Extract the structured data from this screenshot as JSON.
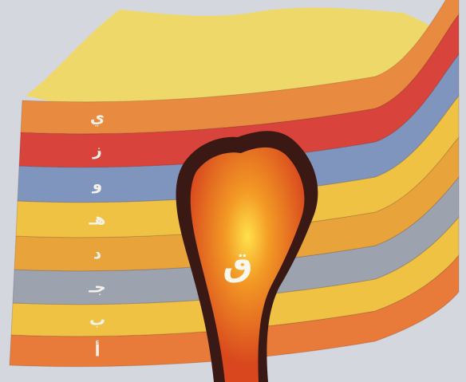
{
  "layers": [
    {
      "label": "أ",
      "color": "#e87a3a"
    },
    {
      "label": "ب",
      "color": "#f0c244"
    },
    {
      "label": "جـ",
      "color": "#9ca2ae"
    },
    {
      "label": "د",
      "color": "#e8a43a"
    },
    {
      "label": "هـ",
      "color": "#f0c244"
    },
    {
      "label": "و",
      "color": "#7f95bd"
    },
    {
      "label": "ز",
      "color": "#d8433b"
    },
    {
      "label": "ي",
      "color": "#e88a3f"
    }
  ],
  "top_surface": {
    "color": "#efd86a"
  },
  "intrusion": {
    "label": "ق",
    "rim_color": "#3a1814",
    "body_color": "#d8471e",
    "glow_color": "#ffe14a"
  }
}
